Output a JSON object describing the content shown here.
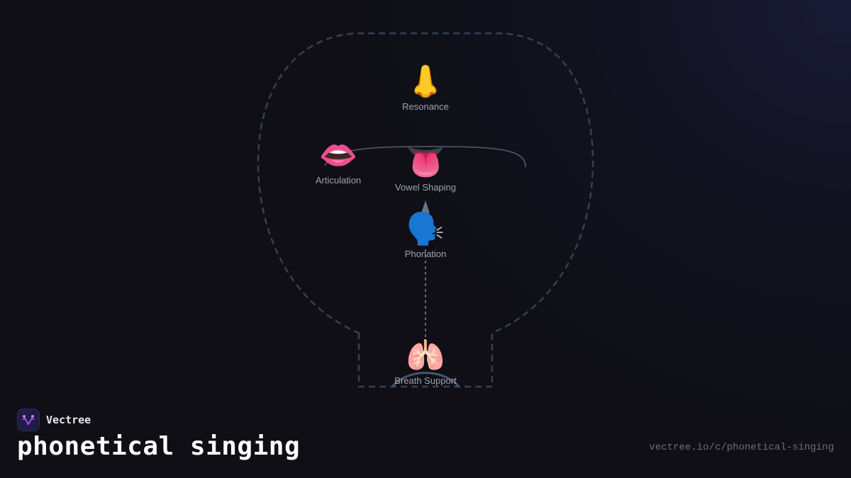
{
  "diagram": {
    "title": "phonetical singing",
    "nodes": [
      {
        "id": "resonance",
        "label": "Resonance",
        "icon": "nose-icon",
        "glyph": "👃"
      },
      {
        "id": "articulation",
        "label": "Articulation",
        "icon": "mouth-icon",
        "glyph": "👄"
      },
      {
        "id": "vowel_shaping",
        "label": "Vowel Shaping",
        "icon": "tongue-icon",
        "glyph": "👅"
      },
      {
        "id": "phonation",
        "label": "Phonation",
        "icon": "speaking-head-icon",
        "glyph": "🗣️"
      },
      {
        "id": "breath_support",
        "label": "Breath Support",
        "icon": "lungs-icon",
        "glyph": "🫁"
      }
    ],
    "edges": [
      {
        "from": "breath_support",
        "to": "phonation",
        "style": "dashed"
      },
      {
        "from": "phonation",
        "to": "vowel_shaping",
        "style": "arrow"
      },
      {
        "from": "articulation",
        "to": "vowel_shaping",
        "style": "curve"
      }
    ],
    "colors": {
      "outline": "#334155",
      "edge": "#64748b",
      "label": "#9ca3b5",
      "background": "#0f0f15",
      "accent": "#a855f7"
    }
  },
  "branding": {
    "name": "Vectree",
    "url": "vectree.io/c/phonetical-singing"
  }
}
